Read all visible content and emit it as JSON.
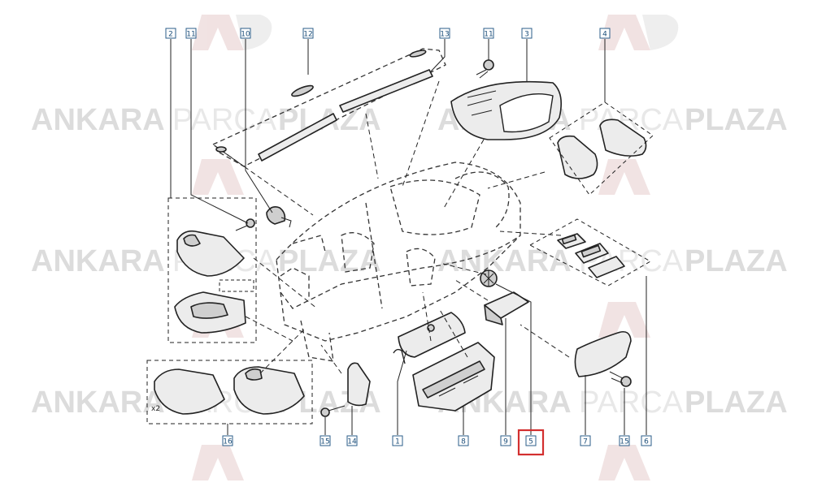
{
  "watermark": {
    "word1": "ANKARA",
    "word2": "PARCA",
    "word3": "PLAZA",
    "logo_colors": [
      "#e8cfcf",
      "#e4e4e4"
    ]
  },
  "callouts": {
    "top": [
      "2",
      "11",
      "10",
      "12",
      "13",
      "11",
      "3",
      "4"
    ],
    "bottom": [
      "16",
      "15",
      "14",
      "1",
      "8",
      "9",
      "5",
      "7",
      "15",
      "6"
    ]
  },
  "quantity_label": "x2",
  "highlight": {
    "target": "5",
    "color": "#d32f2f"
  }
}
